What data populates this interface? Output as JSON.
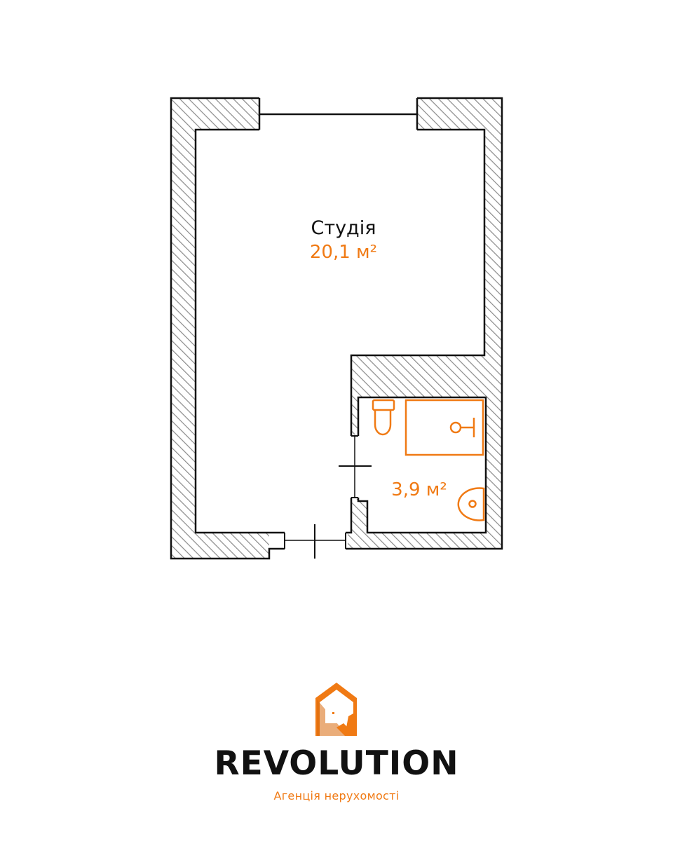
{
  "rooms": {
    "studio": {
      "name": "Студія",
      "area": "20,1 м²"
    },
    "bathroom": {
      "area": "3,9 м²"
    }
  },
  "brand": {
    "name": "REVOLUTION",
    "tagline": "Агенція нерухомості"
  },
  "colors": {
    "accent": "#F07A14",
    "wall": "#111111",
    "hatch": "#8a8a8a",
    "background": "#ffffff"
  },
  "icons": {
    "logo": "house-r-logo-icon",
    "toilet": "toilet-icon",
    "shower": "shower-tray-icon",
    "sink": "sink-icon"
  }
}
